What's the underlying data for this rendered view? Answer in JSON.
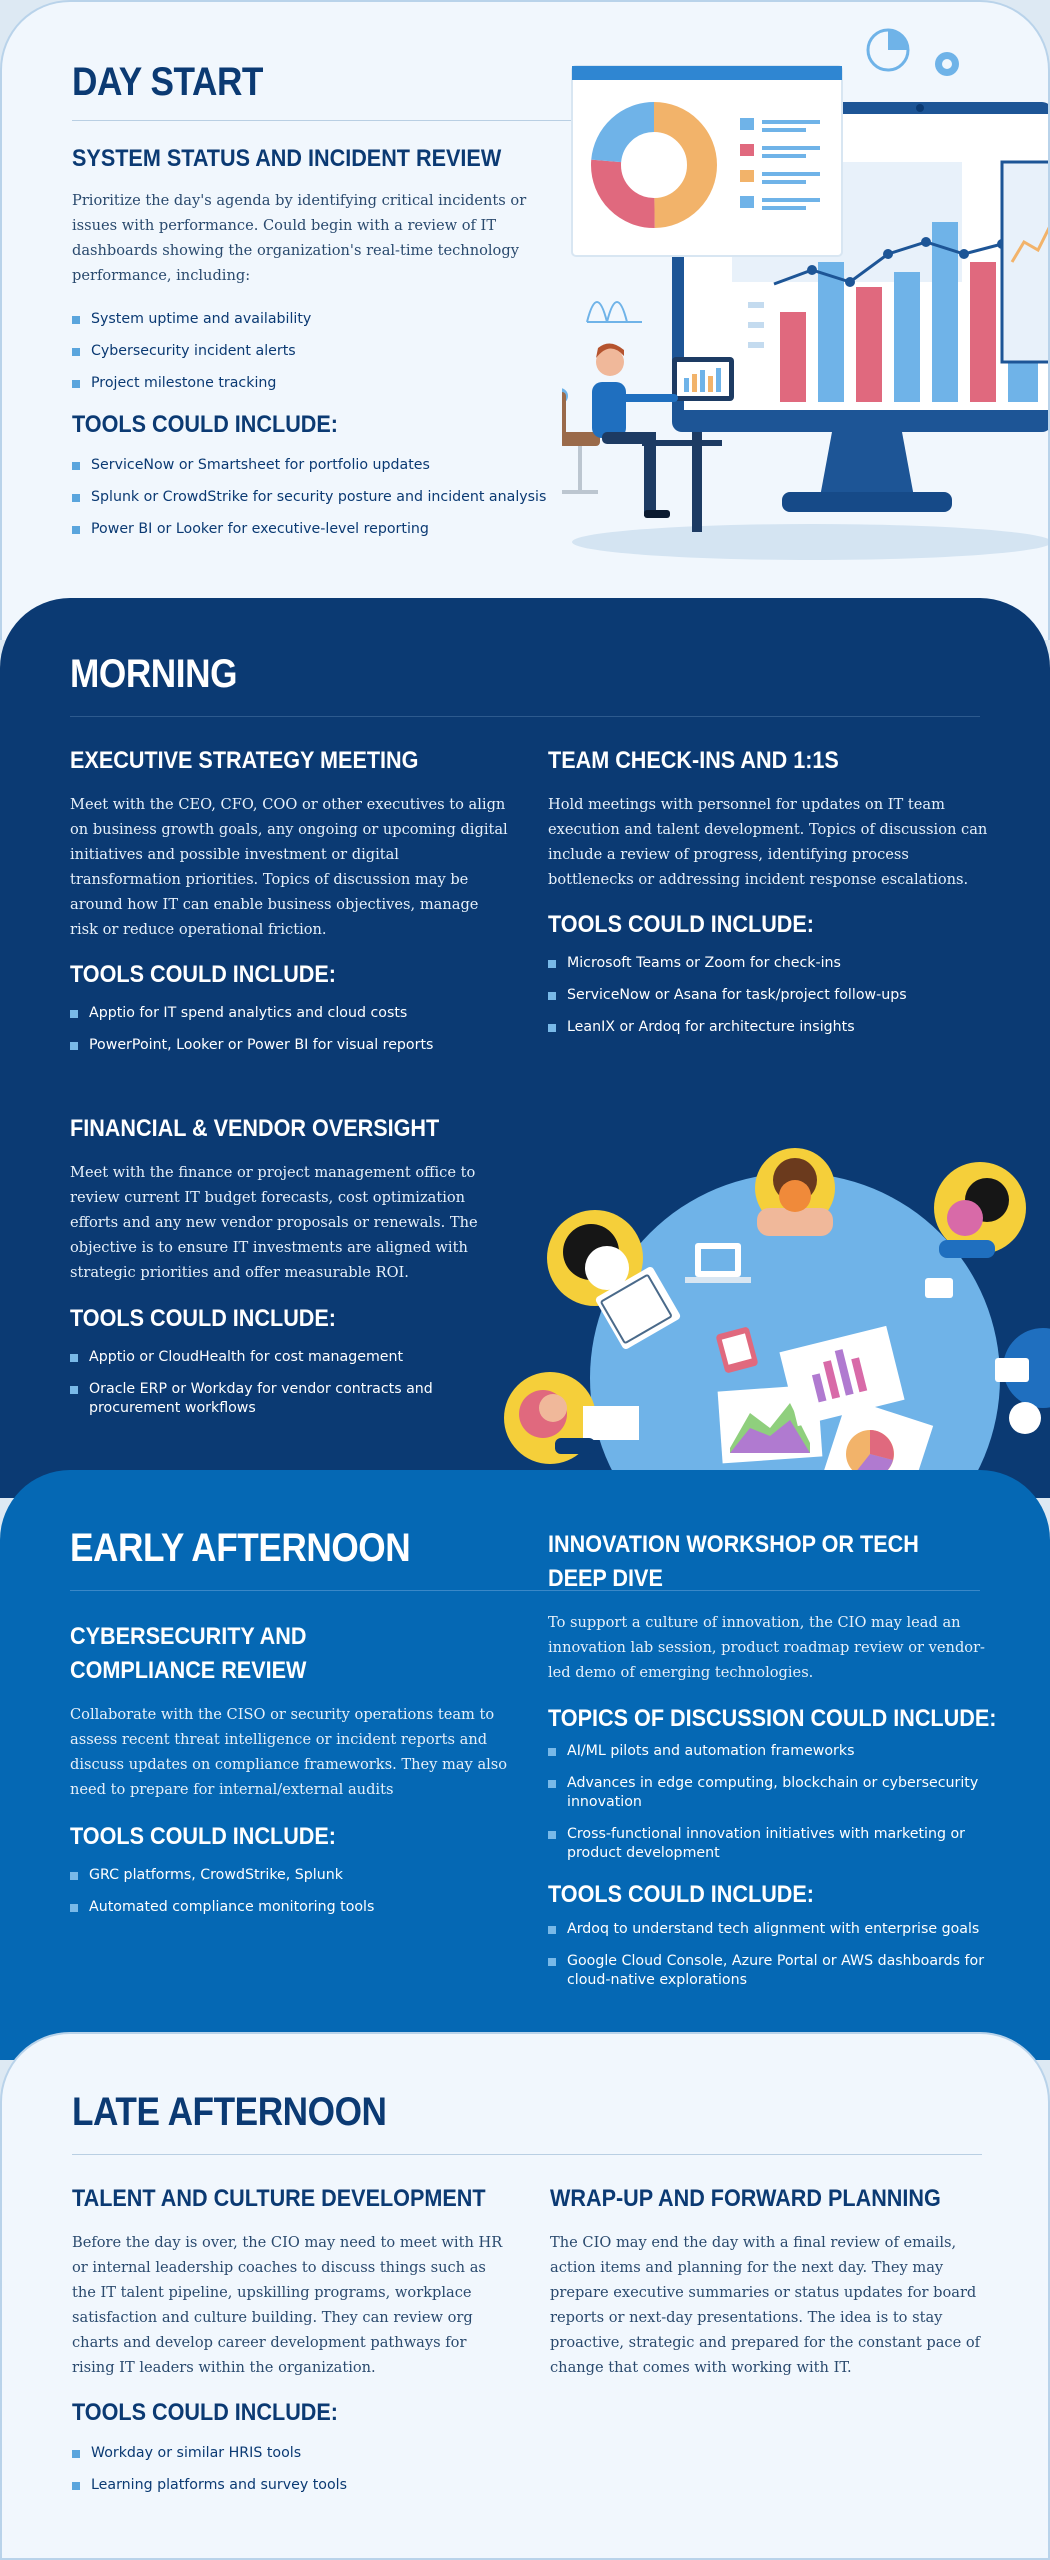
{
  "day_start": {
    "title": "DAY START",
    "heading": "SYSTEM STATUS AND INCIDENT REVIEW",
    "paragraph": "Prioritize the day's agenda by identifying critical incidents or issues with performance. Could begin with a review of IT dashboards showing the organization's real-time technology performance, including:",
    "bullets": [
      "System uptime and availability",
      "Cybersecurity incident alerts",
      "Project milestone tracking"
    ],
    "tools_heading": "TOOLS COULD INCLUDE:",
    "tools": [
      "ServiceNow or Smartsheet for portfolio updates",
      "Splunk or CrowdStrike for security posture and incident analysis",
      "Power BI or Looker for executive-level reporting"
    ]
  },
  "morning": {
    "title": "MORNING",
    "exec": {
      "heading": "EXECUTIVE STRATEGY MEETING",
      "paragraph": "Meet with the CEO, CFO, COO or other executives to align on business growth goals, any ongoing or upcoming digital initiatives and possible investment or digital transformation priorities. Topics of discussion may be around how IT can enable business objectives, manage risk or reduce operational friction.",
      "tools_heading": "TOOLS COULD INCLUDE:",
      "tools": [
        "Apptio for IT spend analytics and cloud costs",
        "PowerPoint, Looker or Power BI for visual reports"
      ]
    },
    "team": {
      "heading": "TEAM CHECK-INS AND 1:1S",
      "paragraph": "Hold meetings with personnel for updates on IT team execution and talent development. Topics of discussion can include a review of progress, identifying process bottlenecks or addressing incident response escalations.",
      "tools_heading": "TOOLS COULD INCLUDE:",
      "tools": [
        "Microsoft Teams or Zoom for check-ins",
        "ServiceNow or Asana for task/project follow-ups",
        "LeanIX or Ardoq for architecture insights"
      ]
    },
    "finance": {
      "heading": "FINANCIAL & VENDOR OVERSIGHT",
      "paragraph": "Meet with the finance or project management office to review current IT budget forecasts, cost optimization efforts and any new vendor proposals or renewals. The objective is to ensure IT investments are aligned with strategic priorities and offer measurable ROI.",
      "tools_heading": "TOOLS COULD INCLUDE:",
      "tools": [
        "Apptio or CloudHealth for cost management",
        "Oracle ERP or Workday for vendor contracts and procurement workflows"
      ]
    }
  },
  "early_afternoon": {
    "title": "EARLY AFTERNOON",
    "cyber": {
      "heading_line1": "CYBERSECURITY AND",
      "heading_line2": "COMPLIANCE REVIEW",
      "paragraph": "Collaborate with the CISO or security operations team to assess recent threat intelligence or incident reports and discuss updates on compliance frameworks. They may also need to prepare for internal/external audits",
      "tools_heading": "TOOLS COULD INCLUDE:",
      "tools": [
        "GRC platforms, CrowdStrike, Splunk",
        "Automated compliance monitoring tools"
      ]
    },
    "innovation": {
      "heading_line1": "INNOVATION WORKSHOP OR TECH",
      "heading_line2": "DEEP DIVE",
      "paragraph": "To support a culture of innovation, the CIO may lead an innovation lab session, product roadmap review or vendor-led demo of emerging technologies.",
      "topics_heading": "TOPICS OF DISCUSSION COULD INCLUDE:",
      "topics": [
        "AI/ML pilots and automation frameworks",
        "Advances in edge computing, blockchain or cybersecurity innovation",
        "Cross-functional innovation initiatives with marketing or product development"
      ],
      "tools_heading": "TOOLS COULD INCLUDE:",
      "tools": [
        "Ardoq to understand tech alignment with enterprise goals",
        "Google Cloud Console, Azure Portal or AWS dashboards for cloud-native explorations"
      ]
    }
  },
  "late_afternoon": {
    "title": "LATE AFTERNOON",
    "talent": {
      "heading": "TALENT AND CULTURE DEVELOPMENT",
      "paragraph": "Before the day is over, the CIO may need to meet with HR or internal leadership coaches to discuss things such as the IT talent pipeline, upskilling programs, workplace satisfaction and culture building. They can review org charts and develop career development pathways for rising IT leaders within the organization.",
      "tools_heading": "TOOLS COULD INCLUDE:",
      "tools": [
        "Workday or similar HRIS tools",
        "Learning platforms and survey tools"
      ]
    },
    "wrap": {
      "heading": "WRAP-UP AND FORWARD PLANNING",
      "paragraph": "The CIO may end the day with a final review of emails, action items and planning for the next day. They may prepare executive summaries or status updates for board reports or next-day presentations. The idea is to stay proactive, strategic and prepared for the constant pace of change that comes with working with IT."
    }
  },
  "colors": {
    "navy": "#0b3a73",
    "blue": "#0568b4",
    "light_bg": "#f1f7fd",
    "accent": "#5aa5dd",
    "pink": "#e0697e",
    "orange": "#f2b36a"
  }
}
